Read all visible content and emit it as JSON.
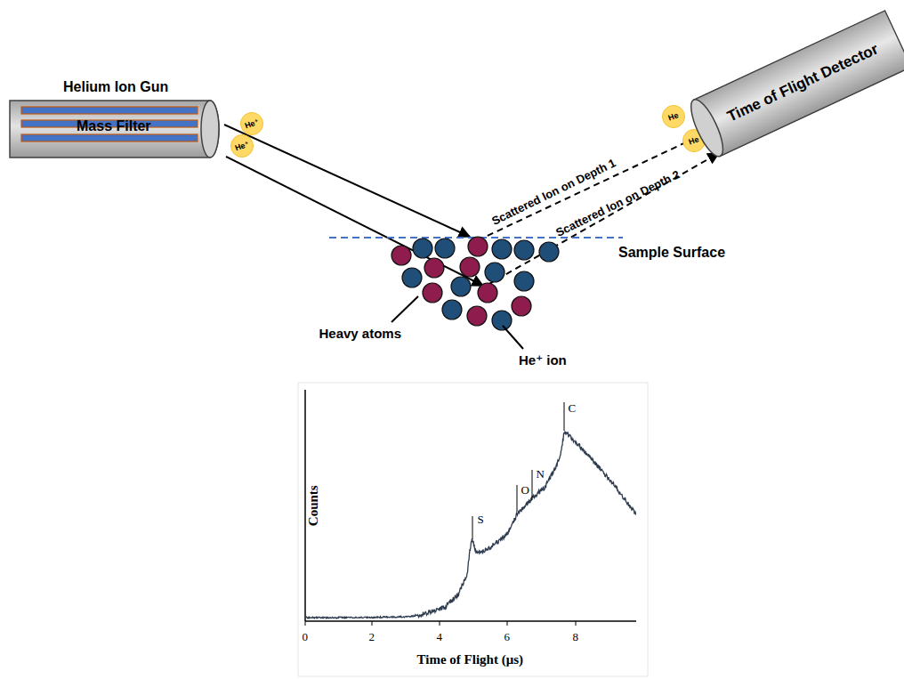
{
  "diagram": {
    "nodes": [
      {
        "text": [
          "Helium Ion Gun",
          "Mass Filter"
        ]
      },
      {
        "text": [
          "He⁺"
        ]
      },
      {
        "text": [
          "He⁺"
        ]
      },
      {
        "text": [
          "He"
        ]
      },
      {
        "text": [
          "He"
        ]
      },
      {
        "text": [
          "Time of Flight Detector"
        ]
      }
    ],
    "labels": [
      "Scattered Ion on Depth 1",
      "Scattered Ion on Depth 2",
      "Sample Surface",
      "Heavy atoms",
      "He⁺ ion",
      "Counts",
      "Time of Flight (μs)",
      "0",
      "2",
      "4",
      "6",
      "8",
      "S",
      "O",
      "N",
      "C"
    ]
  }
}
